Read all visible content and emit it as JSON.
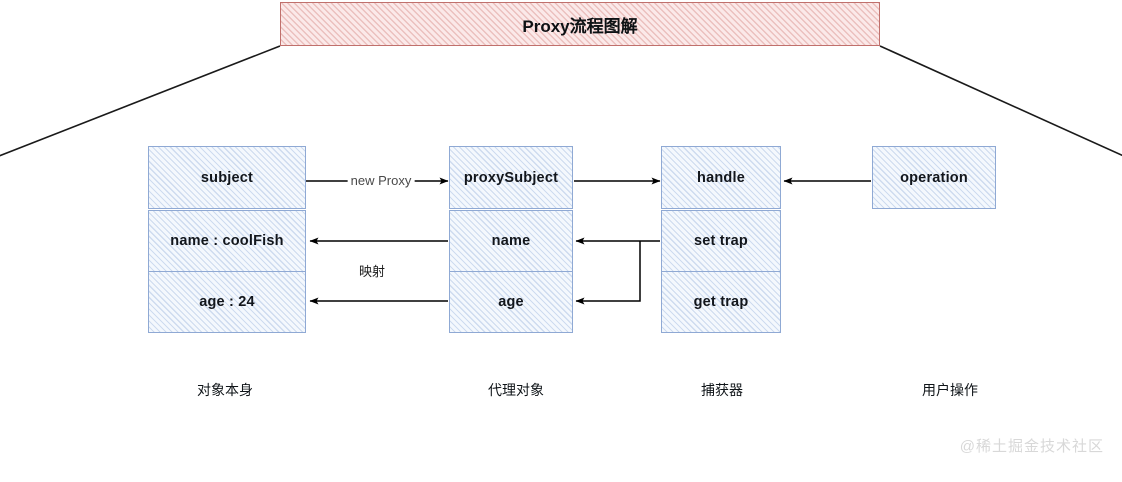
{
  "diagram": {
    "title": "Proxy流程图解",
    "watermark": "@稀土掘金技术社区",
    "colors": {
      "banner_border": "#c0706c",
      "banner_fill": "#fbe9e9",
      "box_border": "#8fa9d4",
      "box_fill": "#f4f8fd",
      "arrow": "#000000",
      "leader_line": "#1a1a1a",
      "watermark": "#d8d8d8"
    },
    "columns": [
      {
        "caption": "对象本身",
        "cells": [
          {
            "label": "subject"
          },
          {
            "label": "name : coolFish"
          },
          {
            "label": "age : 24"
          }
        ]
      },
      {
        "caption": "代理对象",
        "cells": [
          {
            "label": "proxySubject"
          },
          {
            "label": "name"
          },
          {
            "label": "age"
          }
        ]
      },
      {
        "caption": "捕获器",
        "cells": [
          {
            "label": "handle"
          },
          {
            "label": "set trap"
          },
          {
            "label": "get trap"
          }
        ]
      },
      {
        "caption": "用户操作",
        "cells": [
          {
            "label": "operation"
          }
        ]
      }
    ],
    "edges": [
      {
        "label": "new Proxy",
        "from": "subject",
        "to": "proxySubject"
      },
      {
        "label": "映射",
        "from": "name",
        "to": "name : coolFish"
      },
      {
        "label": "",
        "from": "proxySubject",
        "to": "handle"
      },
      {
        "label": "",
        "from": "operation",
        "to": "handle"
      },
      {
        "label": "",
        "from": "set trap",
        "to": "name"
      },
      {
        "label": "",
        "from": "set trap",
        "to": "age"
      }
    ]
  }
}
